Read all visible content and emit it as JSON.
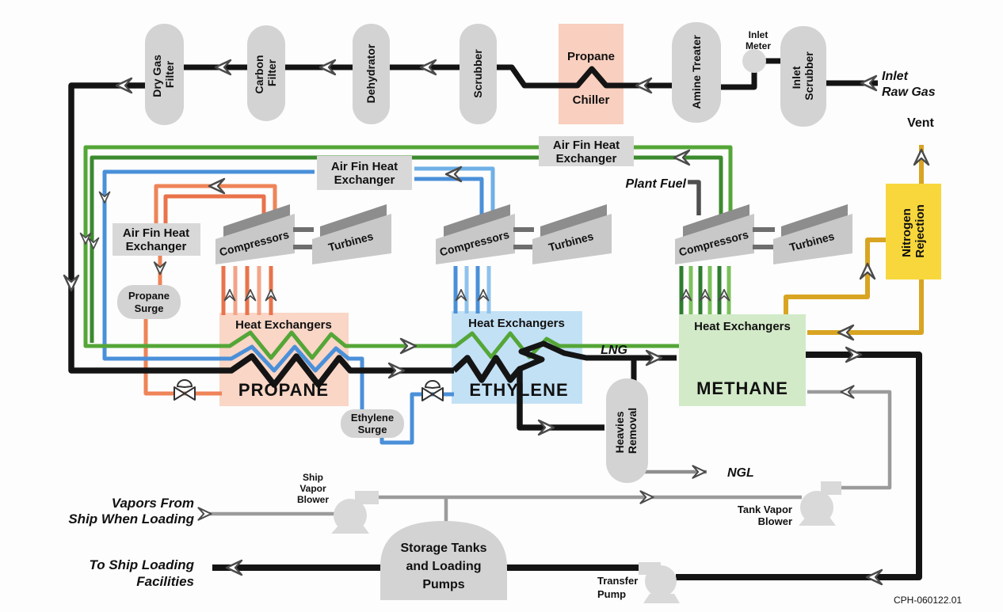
{
  "diagram": {
    "vessels": {
      "dry_gas_filter": {
        "l1": "Dry Gas",
        "l2": "Filter"
      },
      "carbon_filter": {
        "l1": "Carbon",
        "l2": "Filter"
      },
      "dehydrator": {
        "l1": "Dehydrator"
      },
      "scrubber": {
        "l1": "Scrubber"
      },
      "propane_chiller": {
        "l1": "Propane",
        "l2": "Chiller"
      },
      "amine_treater": {
        "l1": "Amine Treater"
      },
      "inlet_meter": {
        "l1": "Inlet",
        "l2": "Meter"
      },
      "inlet_scrubber": {
        "l1": "Inlet",
        "l2": "Scrubber"
      },
      "propane_surge": {
        "l1": "Propane",
        "l2": "Surge"
      },
      "ethylene_surge": {
        "l1": "Ethylene",
        "l2": "Surge"
      },
      "heavies_removal": {
        "l1": "Heavies",
        "l2": "Removal"
      },
      "nitrogen_rejection": {
        "l1": "Nitrogen",
        "l2": "Rejection"
      },
      "storage_tanks": {
        "l1": "Storage Tanks",
        "l2": "and Loading",
        "l3": "Pumps"
      }
    },
    "equipment": {
      "compressors": "Compressors",
      "turbines": "Turbines",
      "air_fin_hx": {
        "l1": "Air Fin Heat",
        "l2": "Exchanger"
      },
      "ship_vapor_blower": {
        "l1": "Ship",
        "l2": "Vapor",
        "l3": "Blower"
      },
      "tank_vapor_blower": {
        "l1": "Tank Vapor",
        "l2": "Blower"
      },
      "transfer_pump": {
        "l1": "Transfer",
        "l2": "Pump"
      }
    },
    "exchangers": {
      "title": "Heat Exchangers",
      "propane": "PROPANE",
      "ethylene": "ETHYLENE",
      "methane": "METHANE"
    },
    "streams": {
      "inlet_raw_gas_l1": "Inlet",
      "inlet_raw_gas_l2": "Raw Gas",
      "vent": "Vent",
      "plant_fuel": "Plant Fuel",
      "lng": "LNG",
      "ngl": "NGL",
      "vapors_l1": "Vapors From",
      "vapors_l2": "Ship When Loading",
      "to_ship_l1": "To Ship Loading",
      "to_ship_l2": "Facilities"
    },
    "footer": {
      "doc_number": "CPH-060122.01"
    },
    "colors": {
      "propane_loop": "#EE8458",
      "ethylene_loop": "#4A90D9",
      "methane_loop": "#54A637",
      "nitrogen_loop": "#D8A422",
      "feed_gas": "#141414",
      "vapor_line": "#9B9B9B",
      "propane_box": "#F9D6C6",
      "ethylene_box": "#C3E1F5",
      "methane_box": "#D2EAC8",
      "nitrogen_box": "#F8D73C",
      "vessel_gray": "#D3D3D3"
    }
  }
}
